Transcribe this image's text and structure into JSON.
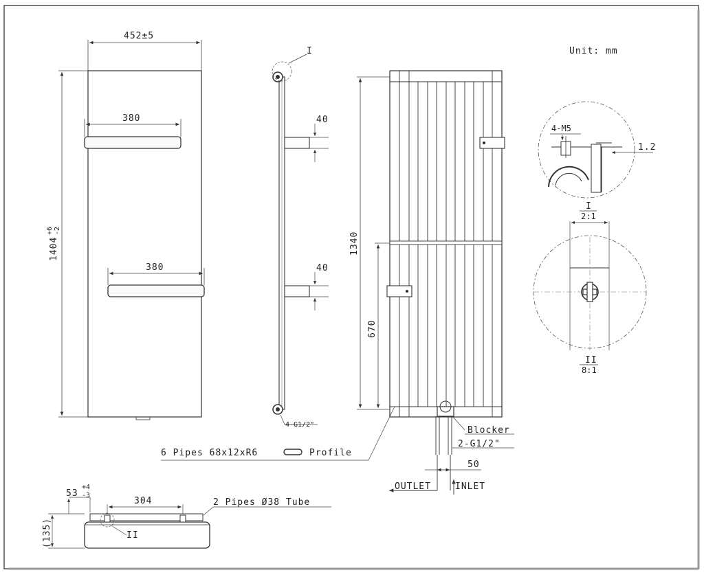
{
  "units_label": "Unit: mm",
  "front": {
    "width_dim": "452±5",
    "height_dim_main": "1404",
    "height_dim_tol_top": "+6",
    "height_dim_tol_bottom": "-2",
    "towel_bar_top_dim": "380",
    "towel_bar_bottom_dim": "380"
  },
  "side": {
    "detail_ref_top": "I",
    "bracket_top_dim": "40",
    "bracket_bottom_dim": "40",
    "connection_label": "4-G1/2\""
  },
  "back": {
    "height_dim": "1340",
    "mid_dim": "670",
    "blocker_label": "Blocker",
    "connection_label": "2-G1/2\"",
    "spacing_dim": "50",
    "outlet_label": "OUTLET",
    "inlet_label": "INLET"
  },
  "profile_note": {
    "pipes_label": "6 Pipes 68x12xR6",
    "profile_label": "Profile"
  },
  "detail_I": {
    "label": "4-M5",
    "thickness": "1.2",
    "ref": "I",
    "scale": "2:1"
  },
  "detail_II": {
    "ref": "II",
    "scale": "8:1"
  },
  "top_view": {
    "depth_main": "53",
    "depth_tol_top": "+4",
    "depth_tol_bottom": "-3",
    "width_dim": "304",
    "height_dim": "(135)",
    "tube_label": "2 Pipes Ø38 Tube",
    "detail_ref": "II"
  }
}
